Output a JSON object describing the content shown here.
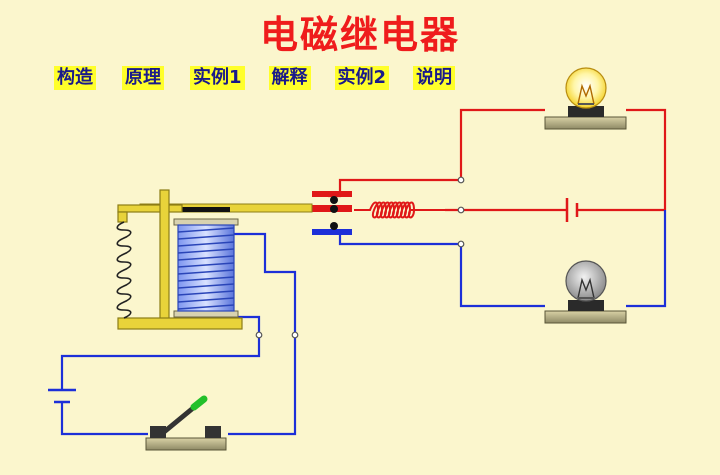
{
  "title": "电磁继电器",
  "menu": [
    {
      "id": "construct",
      "label": "构造"
    },
    {
      "id": "principle",
      "label": "原理"
    },
    {
      "id": "example1",
      "label": "实例1"
    },
    {
      "id": "explain",
      "label": "解释"
    },
    {
      "id": "example2",
      "label": "实例2"
    },
    {
      "id": "instruction",
      "label": "说明"
    }
  ],
  "colors": {
    "background": "#fbf6cd",
    "title": "#ef1c1c",
    "menu_bg": "#ffff2a",
    "menu_text": "#1a1a8a",
    "wire_red": "#e01818",
    "wire_blue": "#1c2fd8",
    "armature": "#e8d33a",
    "coil": "#3a63e6"
  },
  "state": {
    "switch": "open",
    "upper_lamp": "lit",
    "lower_lamp": "off"
  }
}
